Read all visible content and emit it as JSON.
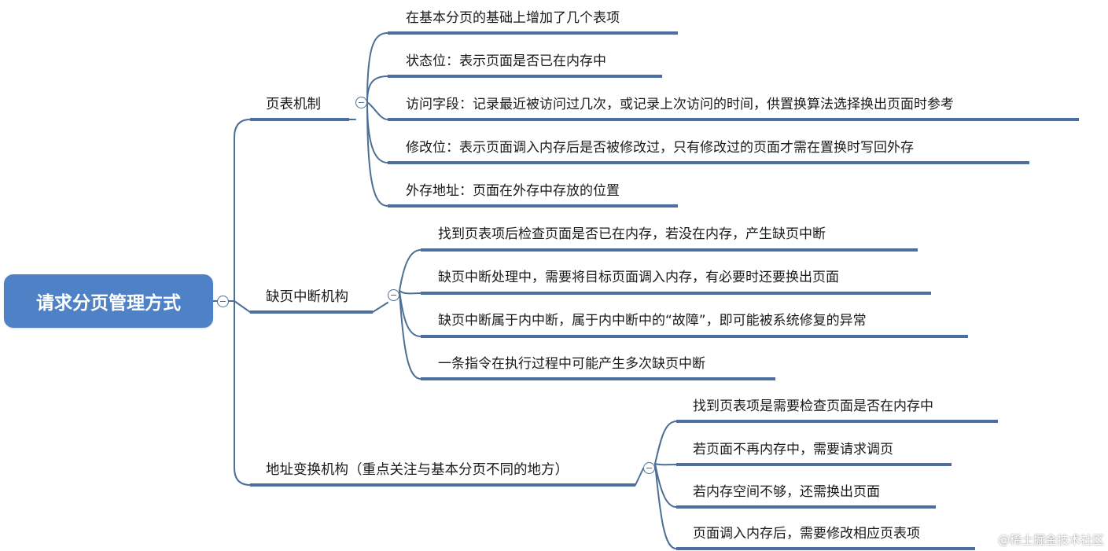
{
  "root": {
    "label": "请求分页管理方式"
  },
  "branches": [
    {
      "label": "页表机制",
      "children": [
        "在基本分页的基础上增加了几个表项",
        "状态位：表示页面是否已在内存中",
        "访问字段：记录最近被访问过几次，或记录上次访问的时间，供置换算法选择换出页面时参考",
        "修改位：表示页面调入内存后是否被修改过，只有修改过的页面才需在置换时写回外存",
        "外存地址：页面在外存中存放的位置"
      ]
    },
    {
      "label": "缺页中断机构",
      "children": [
        "找到页表项后检查页面是否已在内存，若没在内存，产生缺页中断",
        "缺页中断处理中，需要将目标页面调入内存，有必要时还要换出页面",
        "缺页中断属于内中断，属于内中断中的“故障”，即可能被系统修复的异常",
        "一条指令在执行过程中可能产生多次缺页中断"
      ]
    },
    {
      "label": "地址变换机构（重点关注与基本分页不同的地方）",
      "children": [
        "找到页表项是需要检查页面是否在内存中",
        "若页面不再内存中，需要请求调页",
        "若内存空间不够，还需换出页面",
        "页面调入内存后，需要修改相应页表项"
      ]
    }
  ],
  "watermark": "@稀土掘金技术社区",
  "colors": {
    "root_fill": "#4f81c7",
    "line": "#4d6f96",
    "underline": "#4a6fa0"
  }
}
